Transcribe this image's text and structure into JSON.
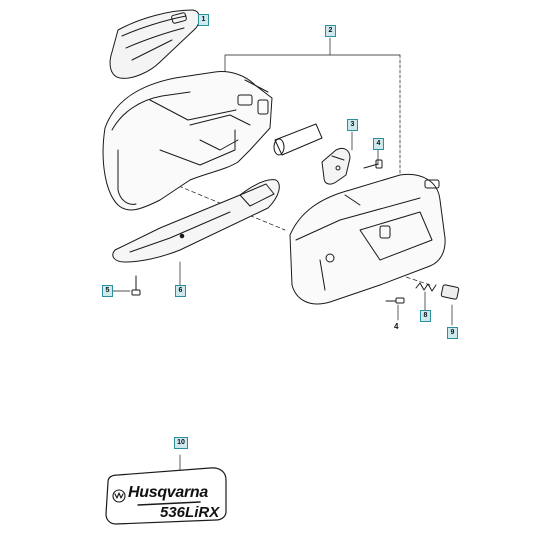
{
  "callouts": {
    "c1": "1",
    "c2": "2",
    "c3": "3",
    "c4a": "4",
    "c4b": "4",
    "c5": "5",
    "c6": "6",
    "c8": "8",
    "c9": "9",
    "c10": "10"
  },
  "decal": {
    "brand": "Husqvarna",
    "model": "536LiRX"
  },
  "colors": {
    "line": "#1a1a1a",
    "callout_fill": "#cde9ee",
    "callout_border": "#2c8f9e"
  }
}
